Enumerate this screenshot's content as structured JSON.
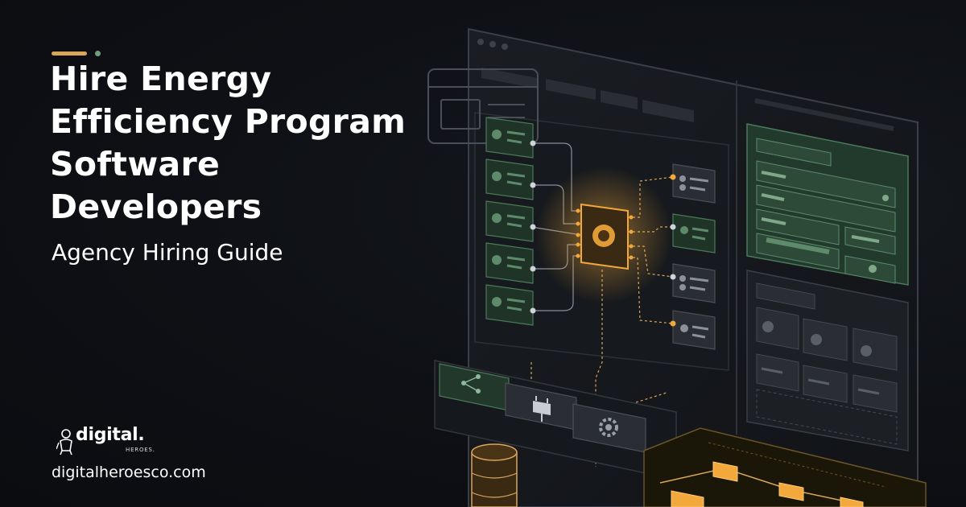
{
  "hero": {
    "title": "Hire Energy Efficiency Program Software Developers",
    "subtitle": "Agency Hiring Guide"
  },
  "brand": {
    "name": "digital.",
    "tagline": "HEROES.",
    "url": "digitalheroesco.com"
  },
  "colors": {
    "background": "#0d0f14",
    "accent_gold": "#d9a65a",
    "accent_green": "#6fa07a",
    "glow_orange": "#f2a83a",
    "panel_green": "#2c4a37"
  },
  "illustration": {
    "icons": [
      "browser-window-icon",
      "network-share-icon",
      "power-plug-icon",
      "gear-icon",
      "database-icon",
      "processor-chip-icon"
    ]
  }
}
